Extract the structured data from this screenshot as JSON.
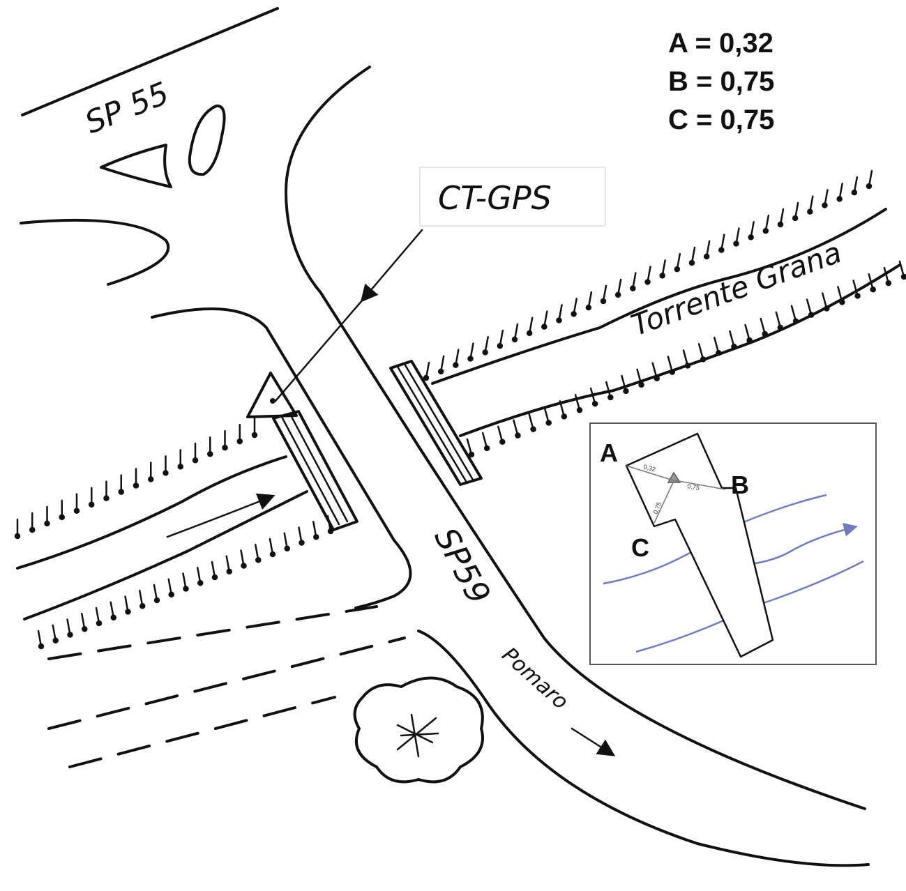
{
  "legend": {
    "a": "A = 0,32",
    "b": "B = 0,75",
    "c": "C = 0,75"
  },
  "labels": {
    "sp55": "SP 55",
    "sp59": "SP59",
    "torrente": "Torrente Grana",
    "pomaro": "Pomaro",
    "ctgps": "CT-GPS"
  },
  "inset": {
    "a": "A",
    "b": "B",
    "c": "C",
    "dim_a": "0,32",
    "dim_b": "0,75",
    "dim_c": "0,75"
  },
  "colors": {
    "ink": "#111111",
    "water": "#6f7bbf"
  }
}
